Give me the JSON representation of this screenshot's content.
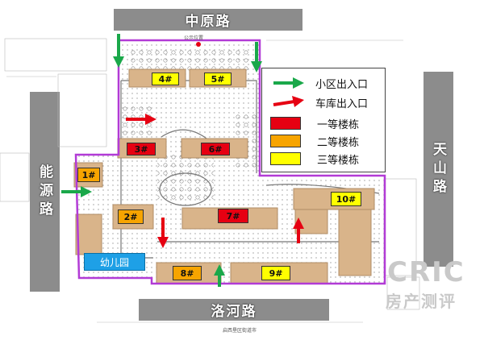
{
  "roads": {
    "north": "中原路",
    "west": "能源路",
    "east": "天山路",
    "south": "洛河路"
  },
  "buildings": {
    "b1": "1#",
    "b2": "2#",
    "b3": "3#",
    "b4": "4#",
    "b5": "5#",
    "b6": "6#",
    "b7": "7#",
    "b8": "8#",
    "b9": "9#",
    "b10": "10#"
  },
  "kindergarten": "幼儿园",
  "legend": {
    "green": "小区出入口",
    "red": "车库出入口",
    "first": "一等楼栋",
    "second": "二等楼栋",
    "third": "三等楼栋"
  },
  "colors": {
    "first_class": "#e60012",
    "second_class": "#f7a400",
    "third_class": "#ffff00",
    "entrance_arrow": "#1aa84a",
    "garage_arrow": "#e60012",
    "boundary": "#b23bd6",
    "kindergarten": "#1ea0e6",
    "road": "#8c8c8c"
  },
  "notes": {
    "top": "公示位置",
    "bottom": "启西垦区街道市"
  },
  "watermark": {
    "brand": "CRIC",
    "sub": "房产测评"
  }
}
